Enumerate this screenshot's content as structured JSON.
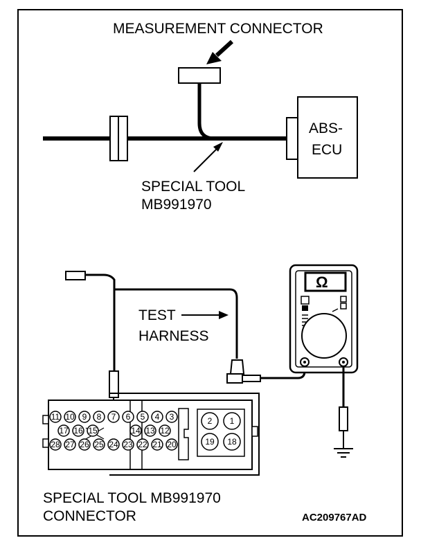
{
  "labels": {
    "measurement_connector": "MEASUREMENT CONNECTOR",
    "abs_ecu_line1": "ABS-",
    "abs_ecu_line2": "ECU",
    "special_tool_line1": "SPECIAL TOOL",
    "special_tool_line2": "MB991970",
    "test_line1": "TEST",
    "test_line2": "HARNESS",
    "meter_symbol": "Ω",
    "bottom_line1": "SPECIAL TOOL MB991970",
    "bottom_line2": "CONNECTOR",
    "figure_code": "AC209767AD"
  },
  "pins": {
    "row1": [
      "11",
      "10",
      "9",
      "8",
      "7",
      "6",
      "5",
      "4",
      "3"
    ],
    "row2_left": [
      "17",
      "16",
      "15"
    ],
    "row2_right": [
      "14",
      "13",
      "12"
    ],
    "row3": [
      "28",
      "27",
      "26",
      "25",
      "24",
      "23",
      "22",
      "21",
      "20"
    ],
    "big": [
      "2",
      "1",
      "19",
      "18"
    ]
  },
  "colors": {
    "line": "#000000",
    "background": "#ffffff"
  }
}
